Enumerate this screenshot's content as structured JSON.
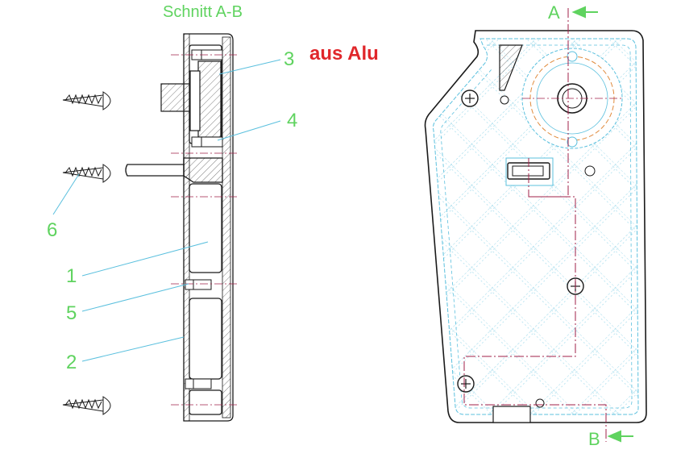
{
  "section_title": "Schnitt A-B",
  "material_note": "aus Alu",
  "part_labels": [
    "3",
    "4",
    "6",
    "1",
    "5",
    "2"
  ],
  "section_marks": {
    "top": "A",
    "bottom": "B"
  },
  "colors": {
    "label_green": "#5fd35f",
    "note_red": "#e0262a",
    "outline_black": "#1a1a1a",
    "hatch_cyan": "#5bc0de",
    "centerline": "#a0204a",
    "bearing_orange": "#e08a3c"
  }
}
